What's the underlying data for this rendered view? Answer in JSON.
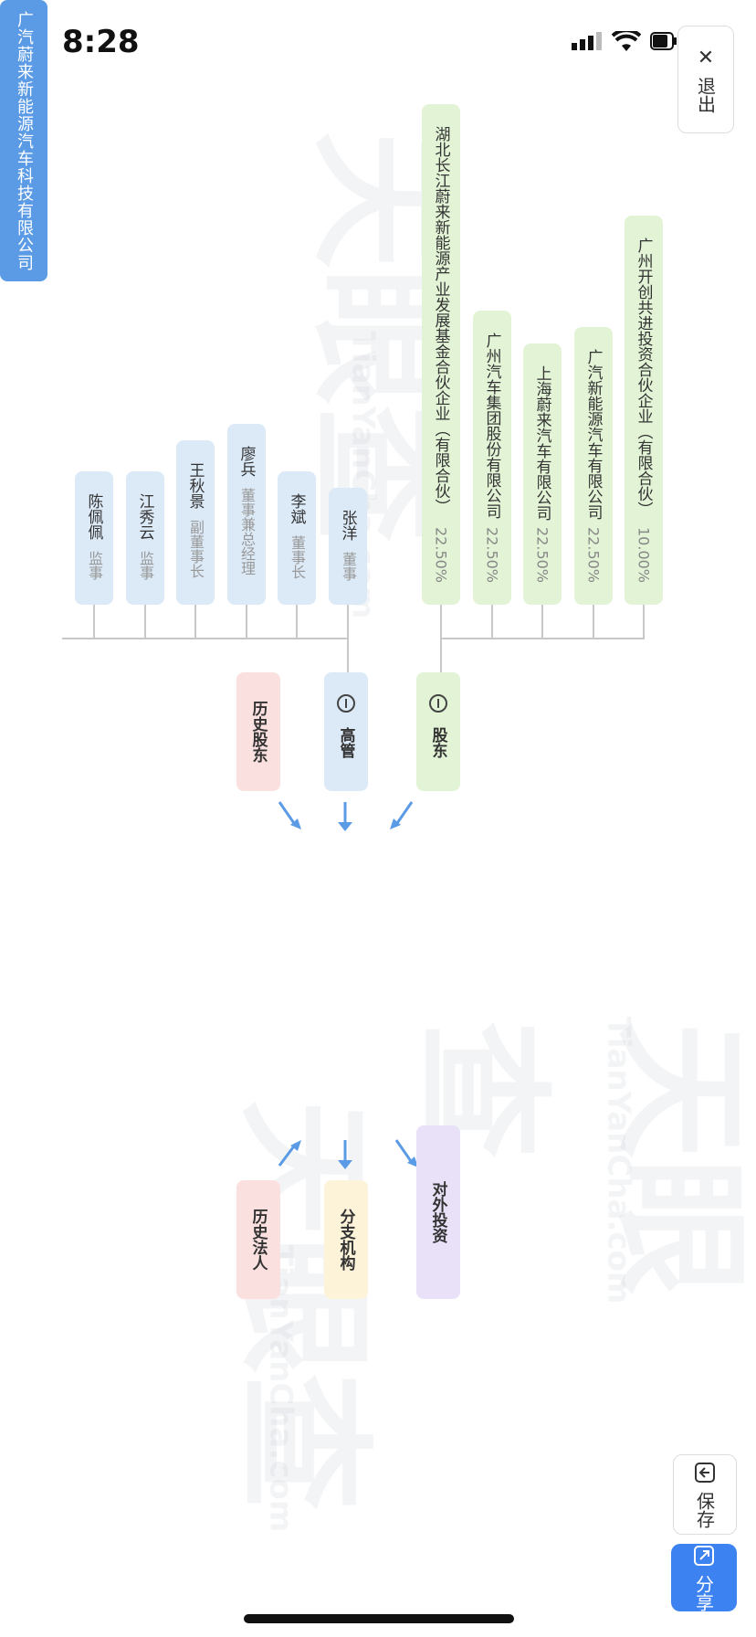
{
  "status_bar": {
    "time": "8:28"
  },
  "watermark": {
    "brand": "天眼查",
    "domain": "TianYanCha.com"
  },
  "exit_button": {
    "label": "退出"
  },
  "save_button": {
    "label": "保存"
  },
  "share_button": {
    "label": "分享"
  },
  "center_company": {
    "name": "广汽蔚来新能源汽车科技有限公司"
  },
  "shareholders_node": {
    "label": "股东"
  },
  "executives_node": {
    "label": "高管"
  },
  "history_shareholders_node": {
    "label": "历史股东"
  },
  "branches_node": {
    "label": "分支机构"
  },
  "history_legal_node": {
    "label": "历史法人"
  },
  "investments_node": {
    "label": "对外投资"
  },
  "shareholders": [
    {
      "name": "湖北长江蔚来新能源产业发展基金合伙企业（有限合伙）",
      "pct": "22.50%"
    },
    {
      "name": "广州汽车集团股份有限公司",
      "pct": "22.50%"
    },
    {
      "name": "上海蔚来汽车有限公司",
      "pct": "22.50%"
    },
    {
      "name": "广汽新能源汽车有限公司",
      "pct": "22.50%"
    },
    {
      "name": "广州开创共进投资合伙企业（有限合伙）",
      "pct": "10.00%"
    }
  ],
  "executives": [
    {
      "name": "陈佩佩",
      "role": "监事"
    },
    {
      "name": "江秀云",
      "role": "监事"
    },
    {
      "name": "王秋景",
      "role": "副董事长"
    },
    {
      "name": "廖兵",
      "role": "董事兼总经理"
    },
    {
      "name": "李斌",
      "role": "董事长"
    },
    {
      "name": "张洋",
      "role": "董事"
    }
  ]
}
